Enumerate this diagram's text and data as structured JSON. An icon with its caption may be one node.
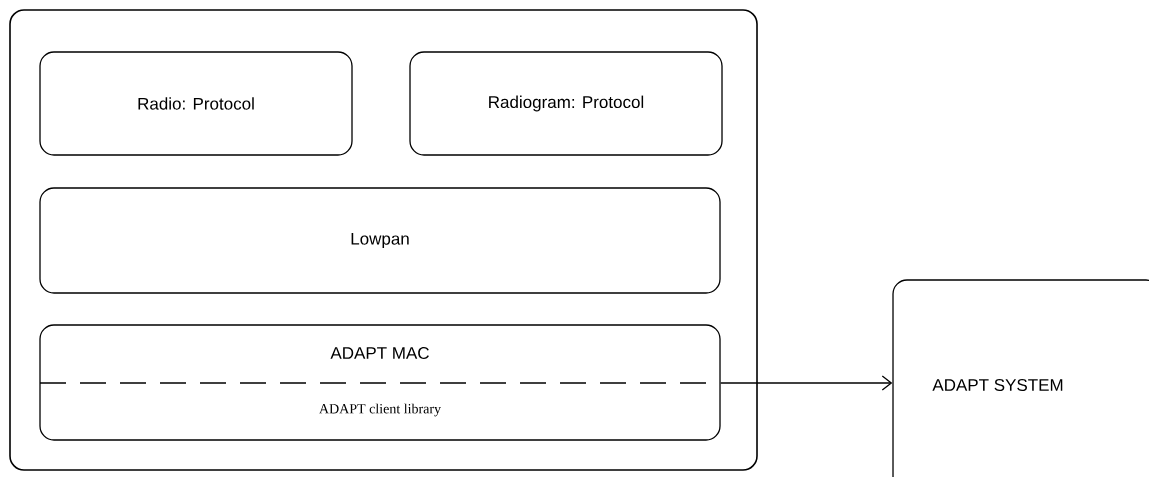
{
  "diagram": {
    "nodes": [
      {
        "text": [],
        "shape": "box"
      },
      {
        "text": [
          "Radio: Protocol"
        ],
        "in": 0
      },
      {
        "text": [
          "Radiogram: Protocol"
        ],
        "in": 0
      },
      {
        "text": [
          "Lowpan"
        ],
        "in": 0
      },
      {
        "text": [
          "ADAPT MAC",
          "ADAPT client library"
        ],
        "in": 0
      },
      {
        "text": [
          "ADAPT SYSTEM"
        ]
      }
    ],
    "edges": [
      {
        "from": 4,
        "to": 5,
        "arrow": "to"
      }
    ]
  }
}
